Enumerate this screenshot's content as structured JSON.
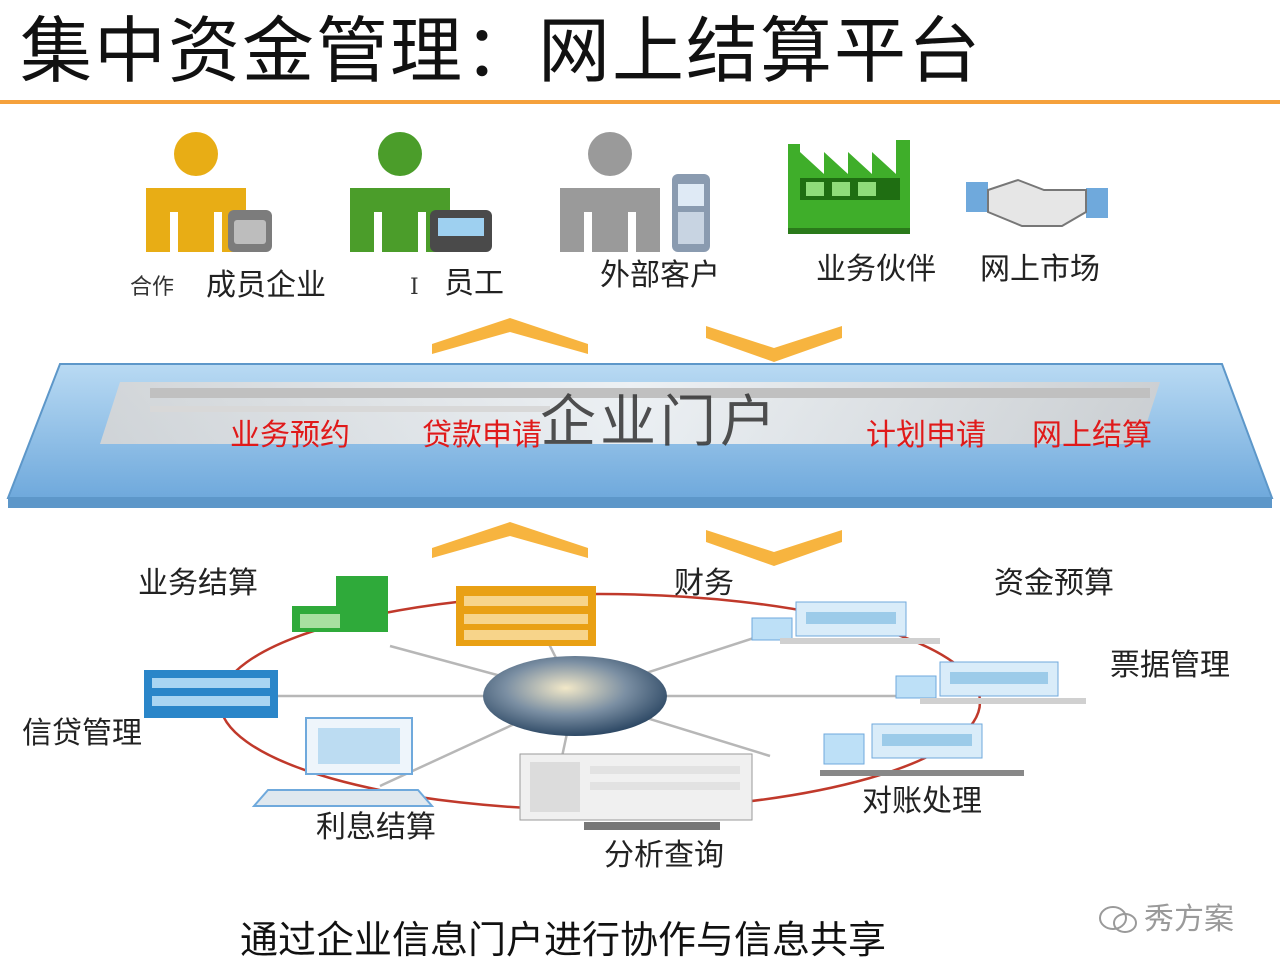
{
  "title": "集中资金管理：网上结算平台",
  "colors": {
    "title_rule": "#f5a13c",
    "label_red": "#e01a1a",
    "arrow_orange": "#f7b43f",
    "portal_blue": "#8ec0e8",
    "person_yellow": "#e8ad15",
    "person_green": "#4b9d2a",
    "person_gray": "#9a9a9a"
  },
  "top_row": [
    {
      "label": "成员企业",
      "prefix": "合作",
      "icon": "person-yellow-icon"
    },
    {
      "label": "员工",
      "prefix": "I",
      "icon": "person-green-icon"
    },
    {
      "label": "外部客户",
      "icon": "person-gray-phone-icon"
    },
    {
      "label": "业务伙伴",
      "icon": "factory-icon"
    },
    {
      "label": "网上市场",
      "icon": "handshake-icon"
    }
  ],
  "portal": {
    "center_label": "企业门户",
    "items": [
      "业务预约",
      "贷款申请",
      "计划申请",
      "网上结算"
    ]
  },
  "bottom_ring": [
    {
      "label": "业务结算",
      "icon": "server-green-icon"
    },
    {
      "label": "财务",
      "icon": "server-orange-icon"
    },
    {
      "label": "资金预算",
      "icon": "computer-icon"
    },
    {
      "label": "票据管理",
      "icon": "computer-icon"
    },
    {
      "label": "对账处理",
      "icon": "computer-icon"
    },
    {
      "label": "分析查询",
      "icon": "database-icon"
    },
    {
      "label": "利息结算",
      "icon": "workstation-icon"
    },
    {
      "label": "信贷管理",
      "icon": "server-blue-icon"
    }
  ],
  "footer": "通过企业信息门户进行协作与信息共享",
  "watermark": "秀方案"
}
